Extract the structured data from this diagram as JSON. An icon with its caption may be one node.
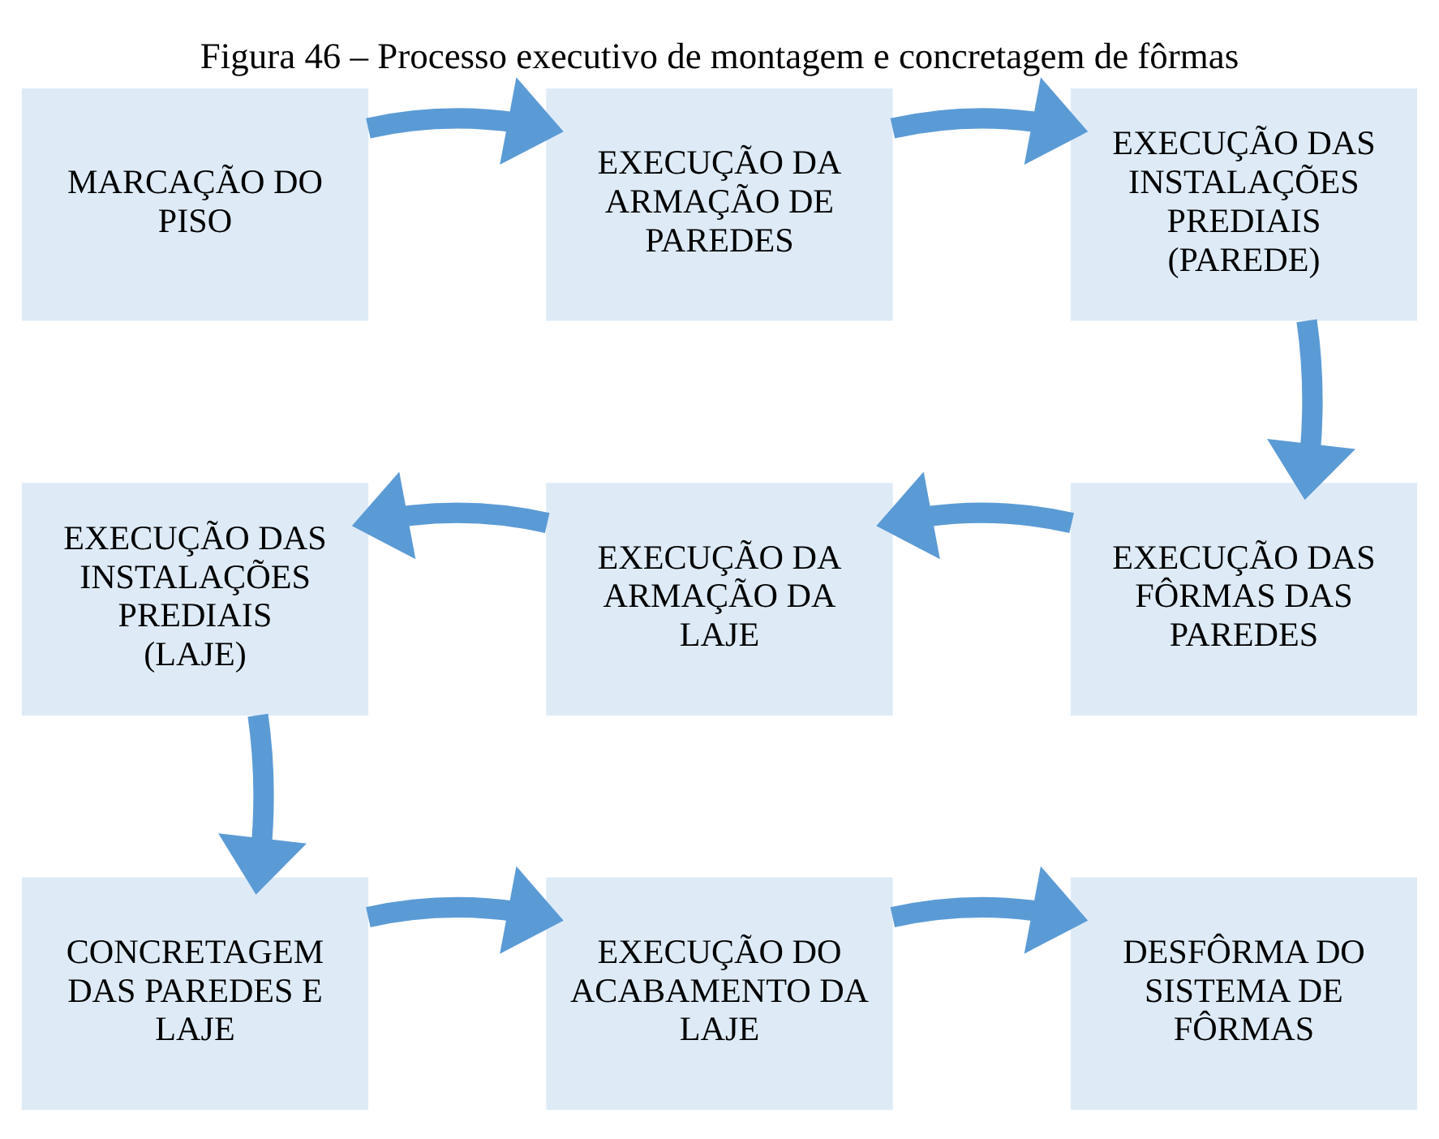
{
  "diagram": {
    "title": "Figura 46 – Processo executivo de montagem e concretagem de fôrmas",
    "nodes": [
      {
        "text": [
          "MARCAÇÃO DO PISO"
        ]
      },
      {
        "text": [
          "EXECUÇÃO DA ARMAÇÃO DE PAREDES"
        ]
      },
      {
        "text": [
          "EXECUÇÃO DAS INSTALAÇÕES PREDIAIS (PAREDE)"
        ]
      },
      {
        "text": [
          "EXECUÇÃO DAS FÔRMAS DAS PAREDES"
        ]
      },
      {
        "text": [
          "EXECUÇÃO DA ARMAÇÃO DA LAJE"
        ]
      },
      {
        "text": [
          "EXECUÇÃO DAS INSTALAÇÕES PREDIAIS (LAJE)"
        ]
      },
      {
        "text": [
          "CONCRETAGEM DAS PAREDES E LAJE"
        ]
      },
      {
        "text": [
          "EXECUÇÃO DO ACABAMENTO DA LAJE"
        ]
      },
      {
        "text": [
          "DESFÔRMA DO SISTEMA DE FÔRMAS"
        ]
      }
    ],
    "edges": [
      {
        "from": 0,
        "to": 1,
        "arrow": "to"
      },
      {
        "from": 1,
        "to": 2,
        "arrow": "to"
      },
      {
        "from": 2,
        "to": 3,
        "arrow": "to"
      },
      {
        "from": 3,
        "to": 4,
        "arrow": "to"
      },
      {
        "from": 4,
        "to": 5,
        "arrow": "to"
      },
      {
        "from": 5,
        "to": 6,
        "arrow": "to"
      },
      {
        "from": 6,
        "to": 7,
        "arrow": "to"
      },
      {
        "from": 7,
        "to": 8,
        "arrow": "to"
      }
    ]
  }
}
